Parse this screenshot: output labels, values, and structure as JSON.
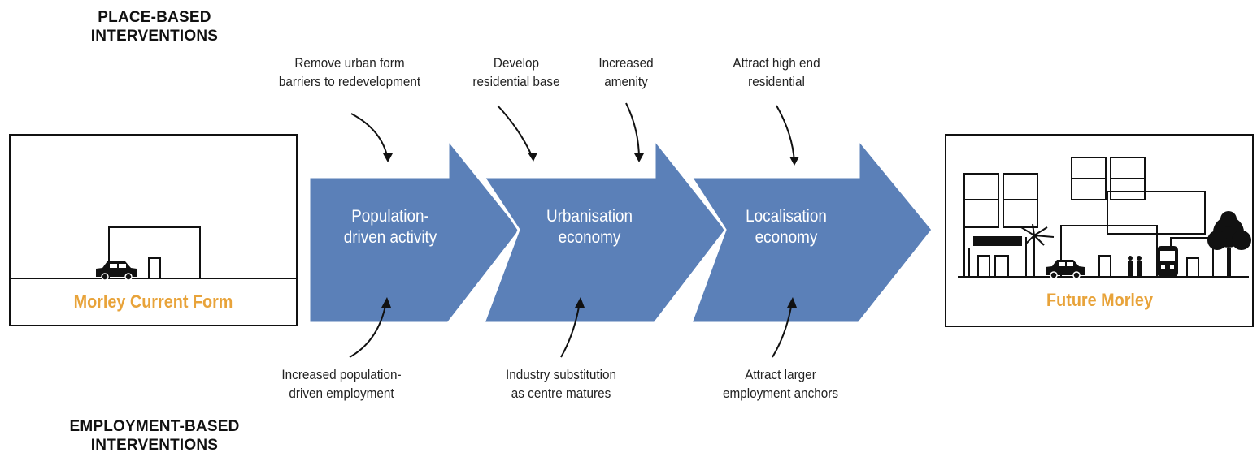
{
  "headings": {
    "place_line1": "PLACE-BASED",
    "place_line2": "INTERVENTIONS",
    "employment_line1": "EMPLOYMENT-BASED",
    "employment_line2": "INTERVENTIONS"
  },
  "place_notes": [
    {
      "line1": "Remove urban form",
      "line2": "barriers to redevelopment"
    },
    {
      "line1": "Develop",
      "line2": "residential base"
    },
    {
      "line1": "Increased",
      "line2": "amenity"
    },
    {
      "line1": "Attract high end",
      "line2": "residential"
    }
  ],
  "employment_notes": [
    {
      "line1": "Increased population-",
      "line2": "driven employment"
    },
    {
      "line1": "Industry substitution",
      "line2": "as centre matures"
    },
    {
      "line1": "Attract larger",
      "line2": "employment anchors"
    }
  ],
  "stages": [
    {
      "line1": "Population-",
      "line2": "driven activity"
    },
    {
      "line1": "Urbanisation",
      "line2": "economy"
    },
    {
      "line1": "Localisation",
      "line2": "economy"
    }
  ],
  "current_form": {
    "caption": "Morley Current Form"
  },
  "future_form": {
    "caption": "Future Morley"
  },
  "colors": {
    "arrow_fill": "#5b80b8",
    "arrow_edge": "#ffffff",
    "caption_orange": "#e8a33a",
    "outline": "#111111"
  }
}
